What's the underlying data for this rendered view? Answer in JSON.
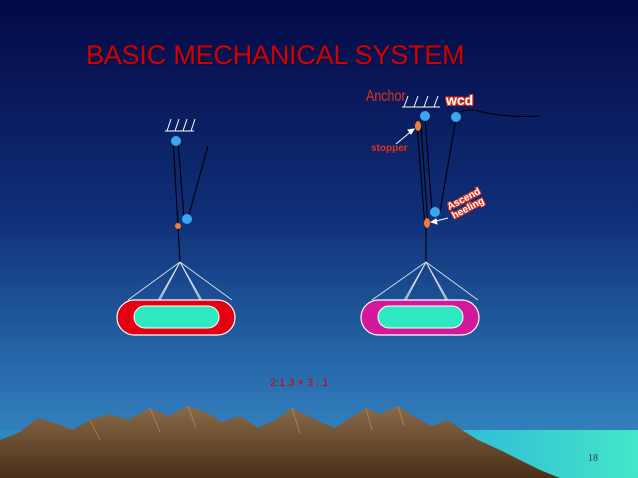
{
  "slide": {
    "title": "BASIC MECHANICAL SYSTEM",
    "page_number": "18"
  },
  "diagram": {
    "anchor_label": "Anchor",
    "wcd_label": "wcd",
    "stopper_label": "stopper",
    "ascend_label_line1": "Ascend",
    "ascend_label_line2": "heeling",
    "ratio_label": "2:1 3 × 3 : 1"
  },
  "colors": {
    "background_top": "#050a4a",
    "background_bottom": "#2a78b8",
    "title": "#d40000",
    "label_red": "#e0321c",
    "left_hull": "#e30010",
    "right_hull": "#d4189c",
    "deck": "#2ee8c0",
    "sheave_blue": "#3aa8f0",
    "sheave_orange": "#f08030",
    "mountains": "#6b4a2a",
    "sea": "#3ad8c8"
  }
}
